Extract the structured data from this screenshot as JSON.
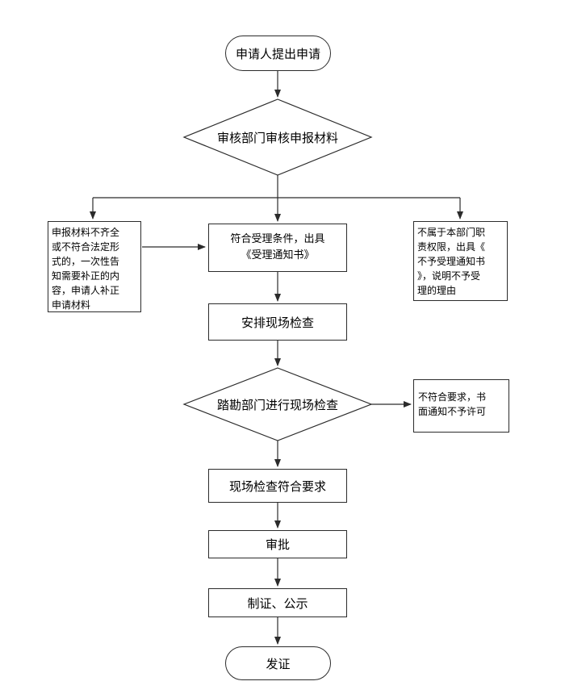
{
  "start": "申请人提出申请",
  "review": "审核部门审核申报材料",
  "left_note": "申报材料不齐全\n或不符合法定形\n式的，一次性告\n知需要补正的内\n容，申请人补正\n申请材料",
  "accept": "符合受理条件，出具\n《受理通知书》",
  "right_note": "不属于本部门职\n责权限，出具《\n不予受理通知书\n》，说明不予受\n理的理由",
  "arrange": "安排现场检查",
  "inspect": "踏勘部门进行现场检查",
  "reject": "不符合要求，书\n面通知不予许可",
  "pass": "现场检查符合要求",
  "approve": "审批",
  "make": "制证、公示",
  "end": "发证"
}
